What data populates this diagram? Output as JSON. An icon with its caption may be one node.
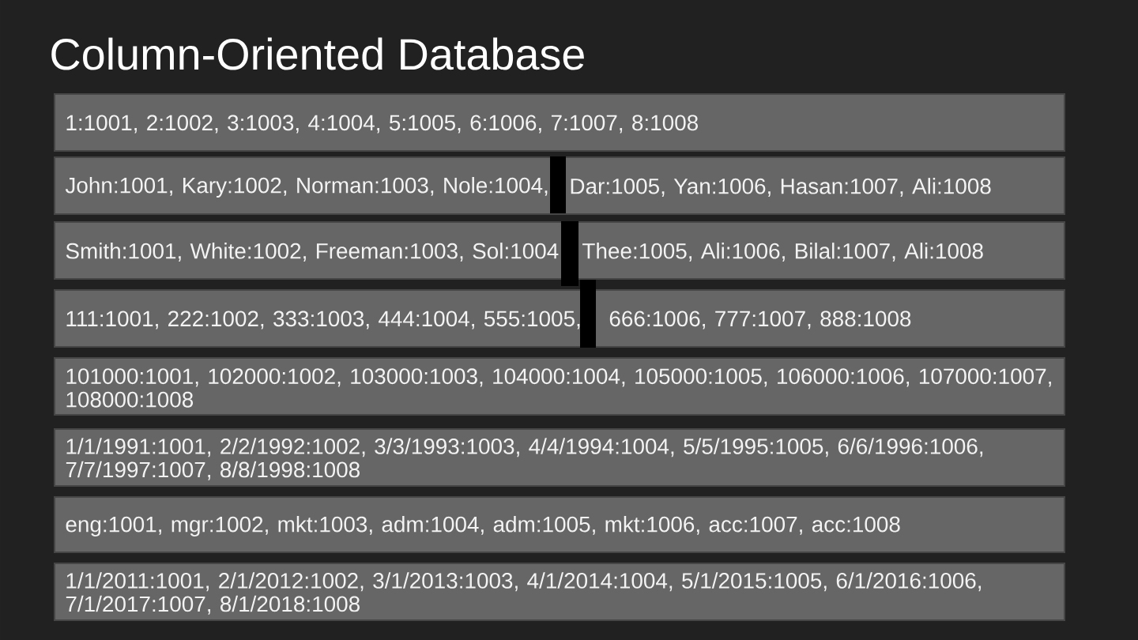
{
  "diagram": {
    "title": "Column-Oriented Database",
    "nodes": [
      {
        "text": [
          "1:1001, 2:1002, 3:1003, 4:1004, 5:1005, 6:1006, 7:1007, 8:1008"
        ]
      },
      {
        "text": [
          "John:1001, Kary:1002, Norman:1003, Nole:1004,",
          "Dar:1005, Yan:1006, Hasan:1007, Ali:1008"
        ]
      },
      {
        "text": [
          "Smith:1001, White:1002, Freeman:1003, Sol:1004",
          "Thee:1005, Ali:1006, Bilal:1007, Ali:1008"
        ]
      },
      {
        "text": [
          "111:1001, 222:1002, 333:1003, 444:1004, 555:1005,",
          "666:1006, 777:1007, 888:1008"
        ]
      },
      {
        "text": [
          "101000:1001, 102000:1002, 103000:1003, 104000:1004, 105000:1005, 106000:1006, 107000:1007, 108000:1008"
        ]
      },
      {
        "text": [
          "1/1/1991:1001, 2/2/1992:1002, 3/3/1993:1003, 4/4/1994:1004, 5/5/1995:1005, 6/6/1996:1006, 7/7/1997:1007, 8/8/1998:1008"
        ]
      },
      {
        "text": [
          "eng:1001, mgr:1002, mkt:1003, adm:1004, adm:1005, mkt:1006, acc:1007, acc:1008"
        ]
      },
      {
        "text": [
          "1/1/2011:1001, 2/1/2012:1002, 3/1/2013:1003, 4/1/2014:1004, 5/1/2015:1005, 6/1/2016:1006, 7/1/2017:1007, 8/1/2018:1008"
        ]
      }
    ]
  }
}
